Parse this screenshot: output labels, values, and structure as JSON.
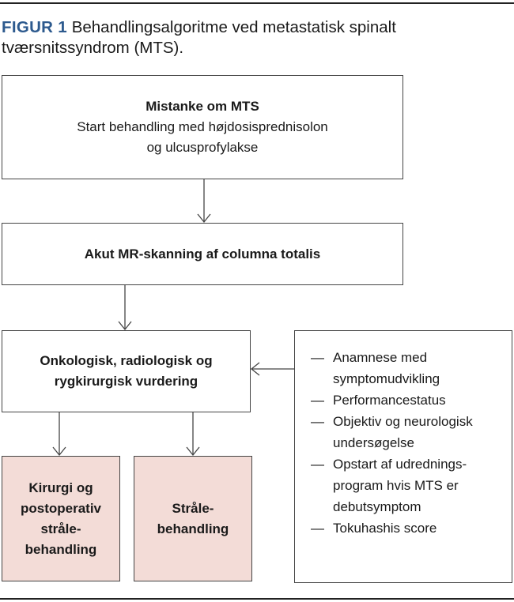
{
  "figure": {
    "label": "FIGUR 1",
    "caption": "Behandlingsalgoritme ved metastatisk spinalt tværsnitssyndrom (MTS)."
  },
  "boxes": {
    "suspicion": {
      "title": "Mistanke om MTS",
      "line1": "Start behandling med højdosisprednisolon",
      "line2": "og ulcusprofylakse"
    },
    "mri": {
      "title": "Akut MR-skanning af columna totalis"
    },
    "assessment": {
      "line1": "Onkologisk, radiologisk og",
      "line2": "rygkirurgisk vurdering"
    },
    "surgery": {
      "line1": "Kirurgi og",
      "line2": "postoperativ",
      "line3": "stråle-",
      "line4": "behandling"
    },
    "radiation": {
      "line1": "Stråle-",
      "line2": "behandling"
    }
  },
  "side_list": {
    "dash": "—",
    "items": [
      {
        "line1": "Anamnese med",
        "line2": "symptomudvikling"
      },
      {
        "line1": "Performancestatus",
        "line2": ""
      },
      {
        "line1": "Objektiv og neurologisk",
        "line2": "undersøgelse"
      },
      {
        "line1": "Opstart af udrednings-",
        "line2": "program hvis MTS er",
        "line3": "debutsymptom"
      },
      {
        "line1": "Tokuhashis score",
        "line2": ""
      }
    ]
  },
  "colors": {
    "caption_label": "#2d5a8e",
    "treatment_fill": "#f3dcd7",
    "line": "#444444"
  }
}
